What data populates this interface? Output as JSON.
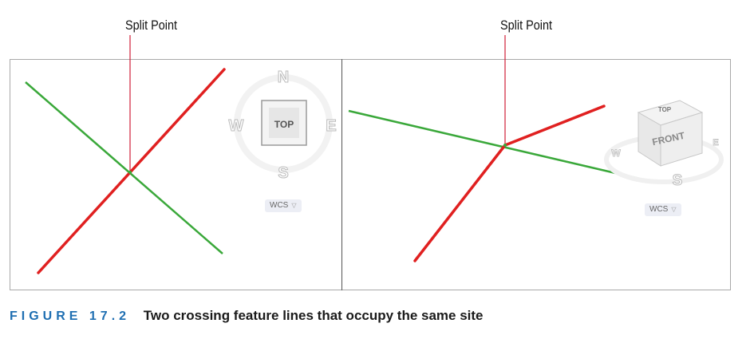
{
  "callouts": {
    "left": "Split Point",
    "right": "Split Point"
  },
  "viewcube_left": {
    "north": "N",
    "south": "S",
    "west": "W",
    "east": "E",
    "face": "TOP",
    "wcs": "WCS"
  },
  "viewcube_right": {
    "top": "TOP",
    "front": "FRONT",
    "west": "W",
    "east": "E",
    "south": "S",
    "wcs": "WCS"
  },
  "caption": {
    "figure": "FIGURE 17.2",
    "text": "Two crossing feature lines that occupy the same site"
  },
  "colors": {
    "red_line": "#e02020",
    "green_line": "#3aa83a",
    "callout_line": "#d0203a",
    "figure_blue": "#1f6fb2"
  },
  "icons": {
    "dropdown": "chevron-down-icon"
  }
}
